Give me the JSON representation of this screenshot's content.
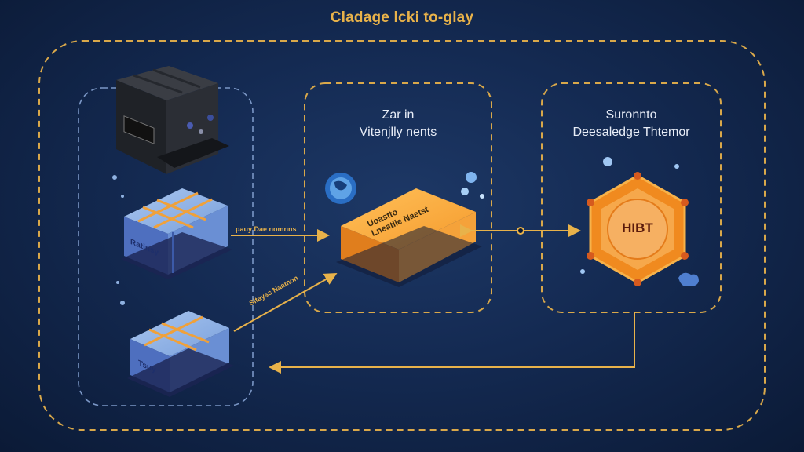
{
  "title": "Cladage lcki to-glay",
  "panels": {
    "middle": {
      "line1": "Zar in",
      "line2": "Vitenjlly nents"
    },
    "right": {
      "line1": "Suronnto",
      "line2": "Deesaledge Thtemor"
    }
  },
  "central_box": {
    "line1": "Uoastto",
    "line2": "Lneatlie Naetst"
  },
  "hexagon_label": "HIBT",
  "crate_labels": {
    "top": "Ratinsy",
    "bottom": "Tsuy"
  },
  "arrow_labels": {
    "upper": "pauy   Dae nomnns",
    "lower": "Sltayss Naamon"
  },
  "colors": {
    "background": "#142a52",
    "accent_gold": "#e8b24a",
    "dashed_blue": "#7b97c6",
    "box_orange": "#f29a2e",
    "hex_orange": "#f08a1f",
    "crate_blue": "#5a7fc8"
  }
}
